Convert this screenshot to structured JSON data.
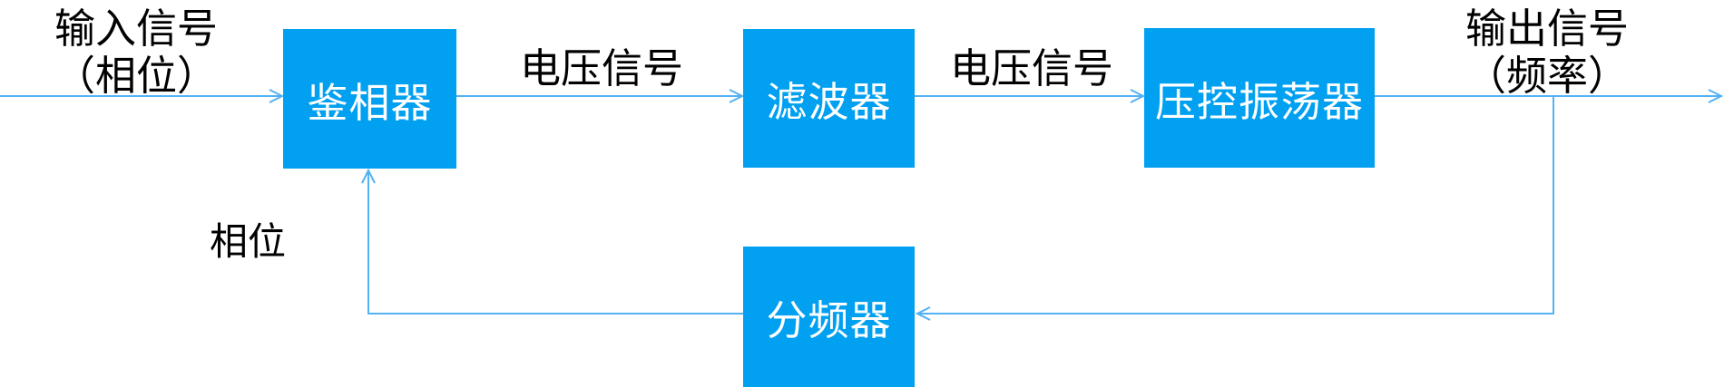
{
  "diagram_type": "pll-feedback-loop-block-diagram",
  "colors": {
    "block_fill": "#01A0F0",
    "block_text": "#FFFFFF",
    "wire": "#53B1F4",
    "label_text": "#000000",
    "background": "#FFFFFF"
  },
  "blocks": [
    {
      "id": "phase-detector",
      "label": "鉴相器"
    },
    {
      "id": "filter",
      "label": "滤波器"
    },
    {
      "id": "vco",
      "label": "压控振荡器"
    },
    {
      "id": "frequency-divider",
      "label": "分频器"
    }
  ],
  "labels": {
    "input_line1": "输入信号",
    "input_line2": "（相位）",
    "voltage_signal_1": "电压信号",
    "voltage_signal_2": "电压信号",
    "output_line1": "输出信号",
    "output_line2": "（频率）",
    "feedback_phase": "相位"
  }
}
